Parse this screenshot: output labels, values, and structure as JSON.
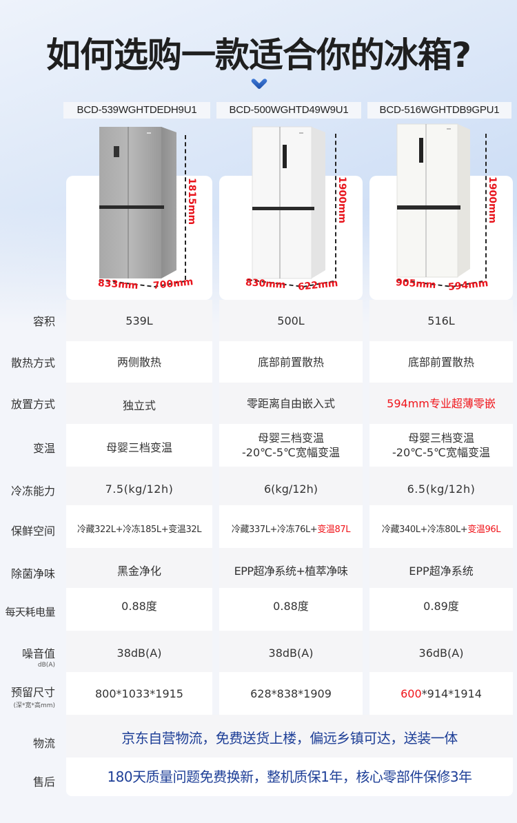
{
  "title": "如何选购一款适合你的冰箱?",
  "chevron_icon": "chevron-down-icon",
  "colors": {
    "accent_blue": "#1e3f97",
    "highlight_red": "#f0141a",
    "chevron_blue": "#2f63c4"
  },
  "products": [
    {
      "model": "BCD-539WGHTDEDH9U1",
      "finish": "silver",
      "height": "1815mm",
      "width": "833mm",
      "depth": "700mm"
    },
    {
      "model": "BCD-500WGHTD49W9U1",
      "finish": "white",
      "height": "1900mm",
      "width": "830mm",
      "depth": "622mm"
    },
    {
      "model": "BCD-516WGHTDB9GPU1",
      "finish": "white",
      "height": "1900mm",
      "width": "905mm",
      "depth": "594mm"
    }
  ],
  "spec_rows": [
    {
      "label": "容积",
      "values": [
        "539L",
        "500L",
        "516L"
      ]
    },
    {
      "label": "散热方式",
      "values": [
        "两侧散热",
        "底部前置散热",
        "底部前置散热"
      ]
    },
    {
      "label": "放置方式",
      "values": [
        "独立式",
        "零距离自由嵌入式",
        "594mm专业超薄零嵌"
      ]
    },
    {
      "label": "变温",
      "values": [
        "母婴三档变温",
        "母婴三档变温",
        "母婴三档变温"
      ],
      "values_line2": [
        "",
        "-20℃-5℃宽幅变温",
        "-20℃-5℃宽幅变温"
      ]
    },
    {
      "label": "冷冻能力",
      "values": [
        "7.5(kg/12h)",
        "6(kg/12h)",
        "6.5(kg/12h)"
      ]
    },
    {
      "label": "保鲜空间",
      "values": [
        "冷藏322L+冷冻185L+变温32L",
        "冷藏337L+冷冻76L+",
        "冷藏340L+冷冻80L+"
      ],
      "highlights": [
        "",
        "变温87L",
        "变温96L"
      ]
    },
    {
      "label": "除菌净味",
      "values": [
        "黑金净化",
        "EPP超净系统+植萃净味",
        "EPP超净系统"
      ]
    },
    {
      "label": "每天耗电量",
      "values": [
        "0.88度",
        "0.88度",
        "0.89度"
      ]
    },
    {
      "label": "噪音值",
      "sublabel": "dB(A)",
      "values": [
        "38dB(A)",
        "38dB(A)",
        "36dB(A)"
      ]
    },
    {
      "label": "预留尺寸",
      "sublabel": "(深*宽*高mm)",
      "values": [
        "800*1033*1915",
        "628*838*1909",
        "*914*1914"
      ],
      "highlights": [
        "",
        "",
        "600"
      ]
    }
  ],
  "service_rows": [
    {
      "label": "物流",
      "value": "京东自营物流，免费送货上楼，偏远乡镇可达，送装一体"
    },
    {
      "label": "售后",
      "value": "180天质量问题免费换新，整机质保1年，核心零部件保修3年"
    }
  ]
}
